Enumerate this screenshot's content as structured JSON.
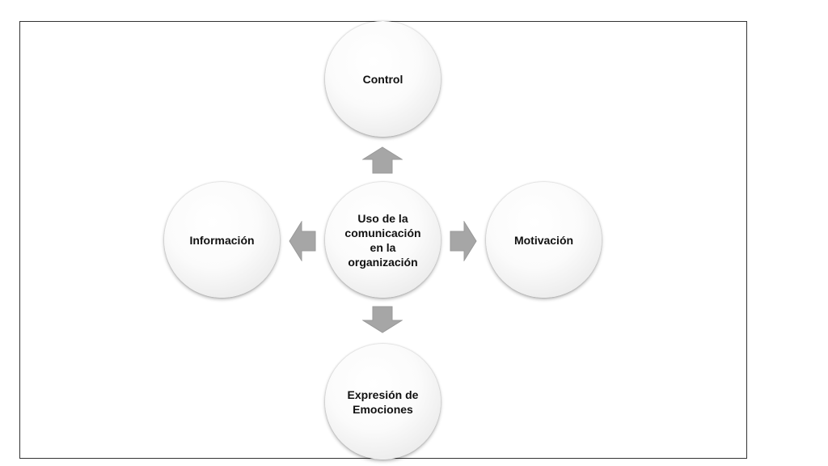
{
  "diagram": {
    "center": {
      "label": "Uso de la\ncomunicación\nen la\norganización"
    },
    "top": {
      "label": "Control"
    },
    "left": {
      "label": "Información"
    },
    "right": {
      "label": "Motivación"
    },
    "bottom": {
      "label": "Expresión de\nEmociones"
    }
  },
  "colors": {
    "frame_border": "#333333",
    "arrow_fill": "#a6a6a6",
    "node_text": "#111111"
  }
}
